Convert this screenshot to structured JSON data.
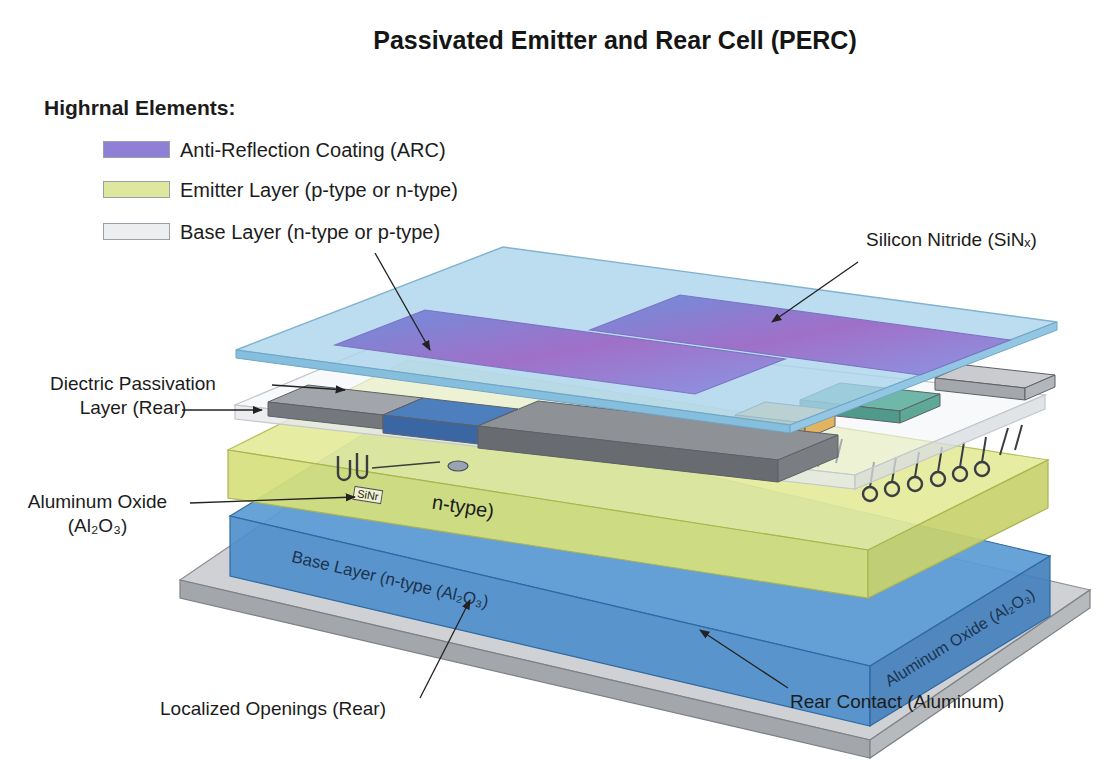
{
  "diagram": {
    "title": "Passivated Emitter and Rear Cell (PERC)",
    "nodes": [
      {
        "text": [
          "SiNr",
          "n-type)"
        ]
      },
      {
        "text": [
          "Base Layer (n-type (Al₂O₃)",
          "Aluminum Oxide (Al₂O₃)"
        ]
      }
    ],
    "labels": [
      "Highrnal Elements:",
      "Silicon Nitride (SiNₓ)",
      "Diectric Passivation Layer (Rear)",
      "Aluminum Oxide (Al₂O₃)",
      "Localized Openings (Rear)",
      "Rear Contact (Aluminum)"
    ],
    "legend": [
      {
        "text": "Anti-Reflection Coating (ARC)",
        "color": "#8f7fd6"
      },
      {
        "text": "Emitter Layer (p-type or n-type)",
        "color": "#dfe79e"
      },
      {
        "text": "Base Layer (n-type or p-type)",
        "color": "#eceef0"
      }
    ]
  }
}
